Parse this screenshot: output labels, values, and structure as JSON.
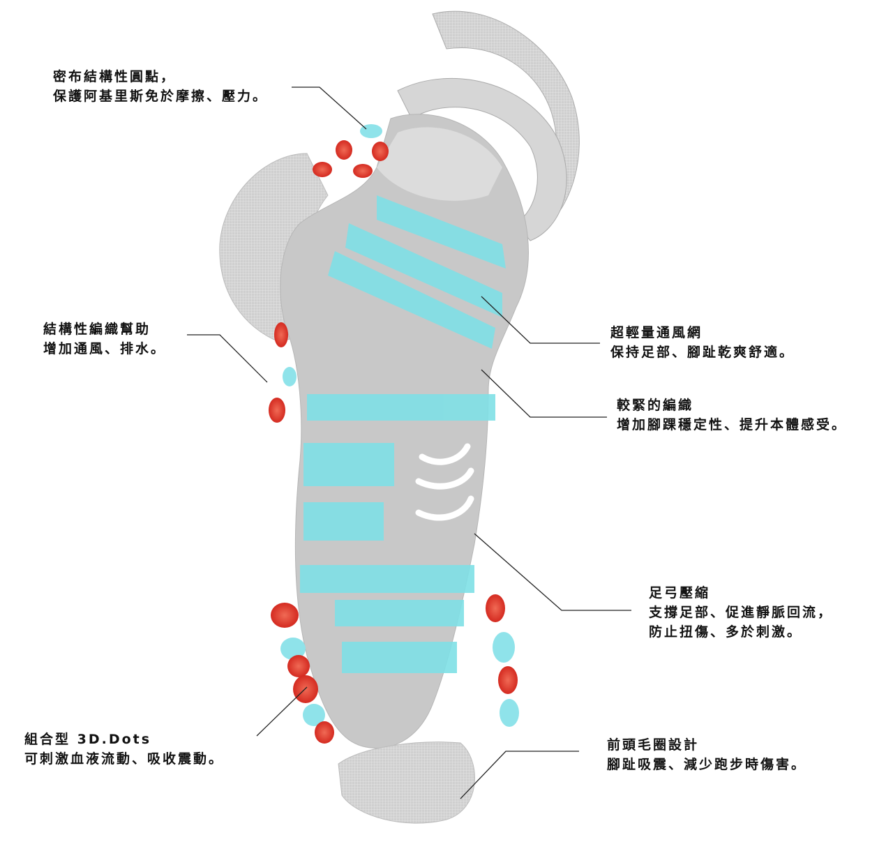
{
  "colors": {
    "sock": "#c9c9c9",
    "sock_light": "#e4e4e4",
    "band": "#7fe0e6",
    "dot_red": "#e2392c",
    "dot_cyan": "#8fe3ea",
    "leader": "#222222"
  },
  "annotations": [
    {
      "id": "achilles-dots",
      "lines": [
        "密布結構性圓點，",
        "保護阿基里斯免於摩擦、壓力。"
      ]
    },
    {
      "id": "ventilation-knit",
      "lines": [
        "結構性編織幫助",
        "增加通風、排水。"
      ]
    },
    {
      "id": "ultralight-mesh",
      "lines": [
        "超輕量通風網",
        "保持足部、腳趾乾爽舒適。"
      ]
    },
    {
      "id": "tight-knit",
      "lines": [
        "較緊的編織",
        "增加腳踝穩定性、提升本體感受。"
      ]
    },
    {
      "id": "arch-compression",
      "lines": [
        "足弓壓縮",
        "支撐足部、促進靜脈回流，",
        "防止扭傷、多於刺激。"
      ]
    },
    {
      "id": "toe-terry",
      "lines": [
        "前頭毛圈設計",
        "腳趾吸震、減少跑步時傷害。"
      ]
    },
    {
      "id": "3d-dots",
      "lines": [
        "組合型 3D.Dots",
        "可刺激血液流動、吸收震動。"
      ]
    }
  ]
}
